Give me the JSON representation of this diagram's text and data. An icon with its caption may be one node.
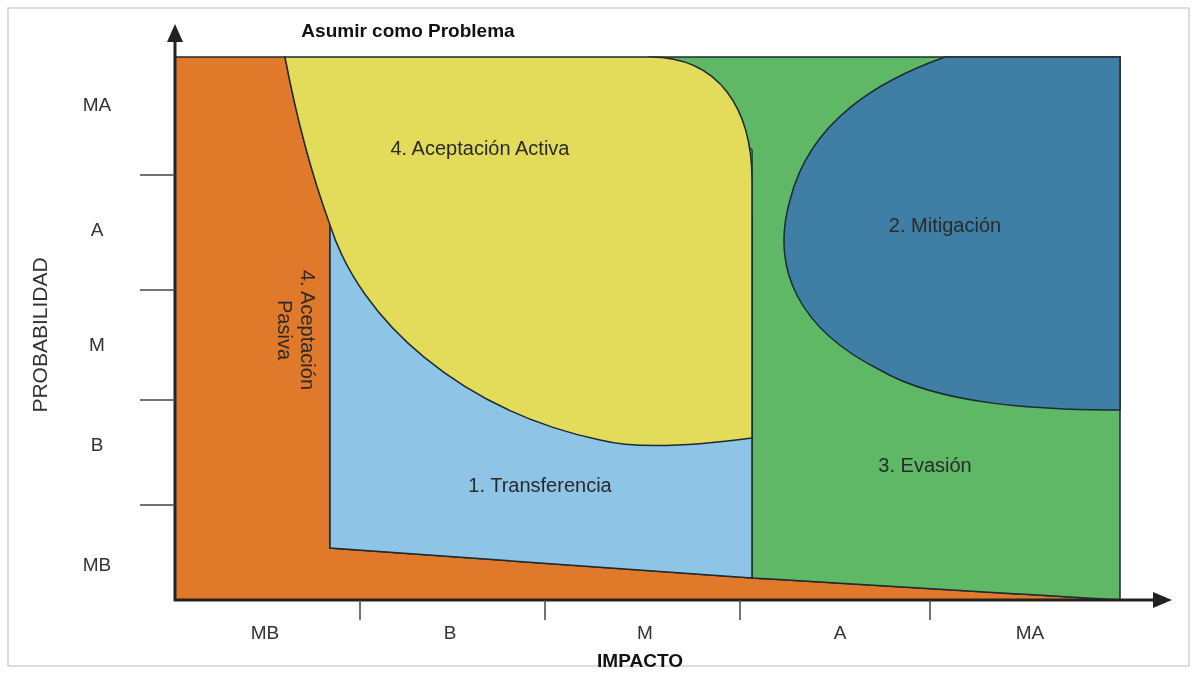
{
  "diagram": {
    "nodes": [
      {
        "text": [
          "4. Aceptación Activa"
        ]
      },
      {
        "text": [
          "2. Mitigación"
        ],
        "in": 4
      },
      {
        "text": [
          "4. Aceptación Pasiva"
        ]
      },
      {
        "text": [
          "1. Transferencia"
        ]
      },
      {
        "text": [
          "3. Evasión"
        ]
      }
    ],
    "labels": [
      "Asumir como Problema",
      "MA",
      "A",
      "M",
      "B",
      "MB",
      "PROBABILIDAD",
      "MB",
      "B",
      "M",
      "A",
      "MA",
      "IMPACTO"
    ]
  }
}
